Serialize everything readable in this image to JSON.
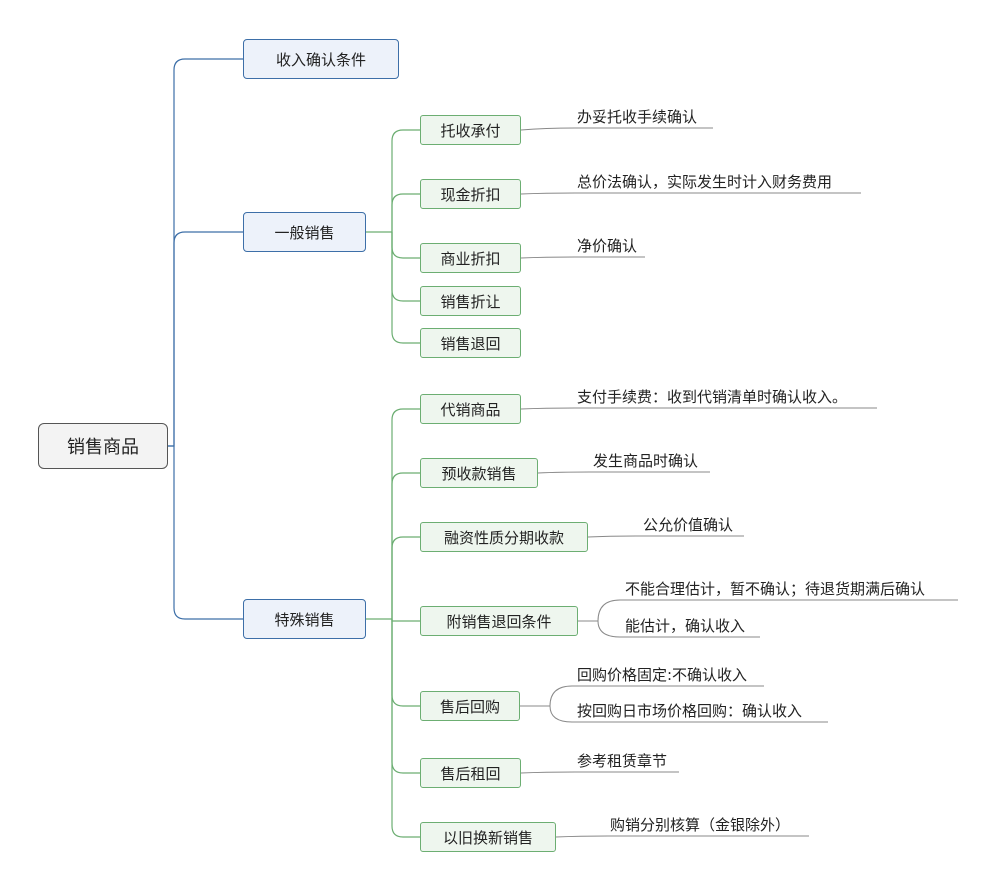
{
  "colors": {
    "blue_line": "#3d6fa8",
    "green_line": "#6cae72",
    "leaf_line": "#888888"
  },
  "root": {
    "label": "销售商品"
  },
  "level1": {
    "conditions": "收入确认条件",
    "general": "一般销售",
    "special": "特殊销售"
  },
  "general": {
    "collection": {
      "label": "托收承付",
      "note": "办妥托收手续确认"
    },
    "cash_discount": {
      "label": "现金折扣",
      "note": "总价法确认，实际发生时计入财务费用"
    },
    "trade_discount": {
      "label": "商业折扣",
      "note": "净价确认"
    },
    "allowance": {
      "label": "销售折让"
    },
    "returns": {
      "label": "销售退回"
    }
  },
  "special": {
    "consignment": {
      "label": "代销商品",
      "note": "支付手续费：收到代销清单时确认收入。"
    },
    "advance": {
      "label": "预收款销售",
      "note": "发生商品时确认"
    },
    "financing": {
      "label": "融资性质分期收款",
      "note": "公允价值确认"
    },
    "return_cond": {
      "label": "附销售退回条件",
      "note_a": "不能合理估计，暂不确认；待退货期满后确认",
      "note_b": "能估计，确认收入"
    },
    "buyback": {
      "label": "售后回购",
      "note_a": "回购价格固定:不确认收入",
      "note_b": "按回购日市场价格回购：确认收入"
    },
    "leaseback": {
      "label": "售后租回",
      "note": "参考租赁章节"
    },
    "tradein": {
      "label": "以旧换新销售",
      "note": "购销分别核算（金银除外）"
    }
  }
}
